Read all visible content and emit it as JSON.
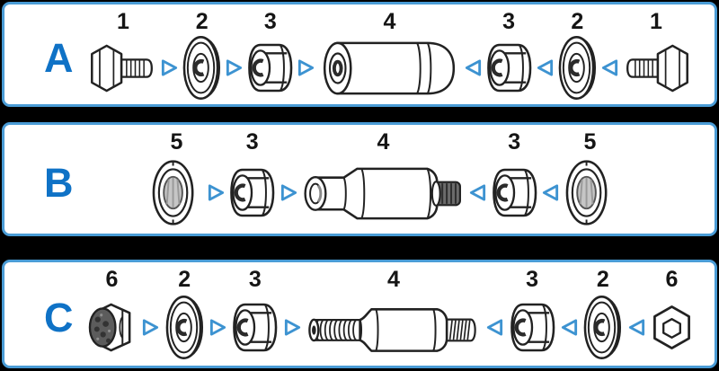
{
  "colors": {
    "background": "#000000",
    "panel_fill": "#ffffff",
    "panel_border": "#4a9cd6",
    "letter_blue": "#0f72c6",
    "arrow_blue": "#3d93d1"
  },
  "rows": [
    {
      "letter": "A",
      "items": [
        {
          "kind": "bolt",
          "label": "1"
        },
        {
          "kind": "arrow-right"
        },
        {
          "kind": "washer",
          "label": "2"
        },
        {
          "kind": "arrow-right"
        },
        {
          "kind": "cone",
          "label": "3"
        },
        {
          "kind": "arrow-right"
        },
        {
          "kind": "axle-plain",
          "label": "4"
        },
        {
          "kind": "arrow-left"
        },
        {
          "kind": "cone",
          "label": "3"
        },
        {
          "kind": "arrow-left"
        },
        {
          "kind": "washer",
          "label": "2"
        },
        {
          "kind": "arrow-left"
        },
        {
          "kind": "bolt",
          "label": "1",
          "mirror": true
        }
      ]
    },
    {
      "letter": "B",
      "items": [
        {
          "kind": "locknut",
          "label": "5"
        },
        {
          "kind": "arrow-right"
        },
        {
          "kind": "cone",
          "label": "3"
        },
        {
          "kind": "arrow-right"
        },
        {
          "kind": "axle-stepped",
          "label": "4"
        },
        {
          "kind": "arrow-left"
        },
        {
          "kind": "cone",
          "label": "3"
        },
        {
          "kind": "arrow-left"
        },
        {
          "kind": "locknut",
          "label": "5"
        }
      ]
    },
    {
      "letter": "C",
      "items": [
        {
          "kind": "capnut",
          "label": "6"
        },
        {
          "kind": "arrow-right"
        },
        {
          "kind": "washer",
          "label": "2"
        },
        {
          "kind": "arrow-right"
        },
        {
          "kind": "cone",
          "label": "3"
        },
        {
          "kind": "arrow-right"
        },
        {
          "kind": "axle-threaded",
          "label": "4"
        },
        {
          "kind": "arrow-left"
        },
        {
          "kind": "cone",
          "label": "3"
        },
        {
          "kind": "arrow-left"
        },
        {
          "kind": "washer",
          "label": "2"
        },
        {
          "kind": "arrow-left"
        },
        {
          "kind": "hexnut",
          "label": "6"
        }
      ]
    }
  ]
}
